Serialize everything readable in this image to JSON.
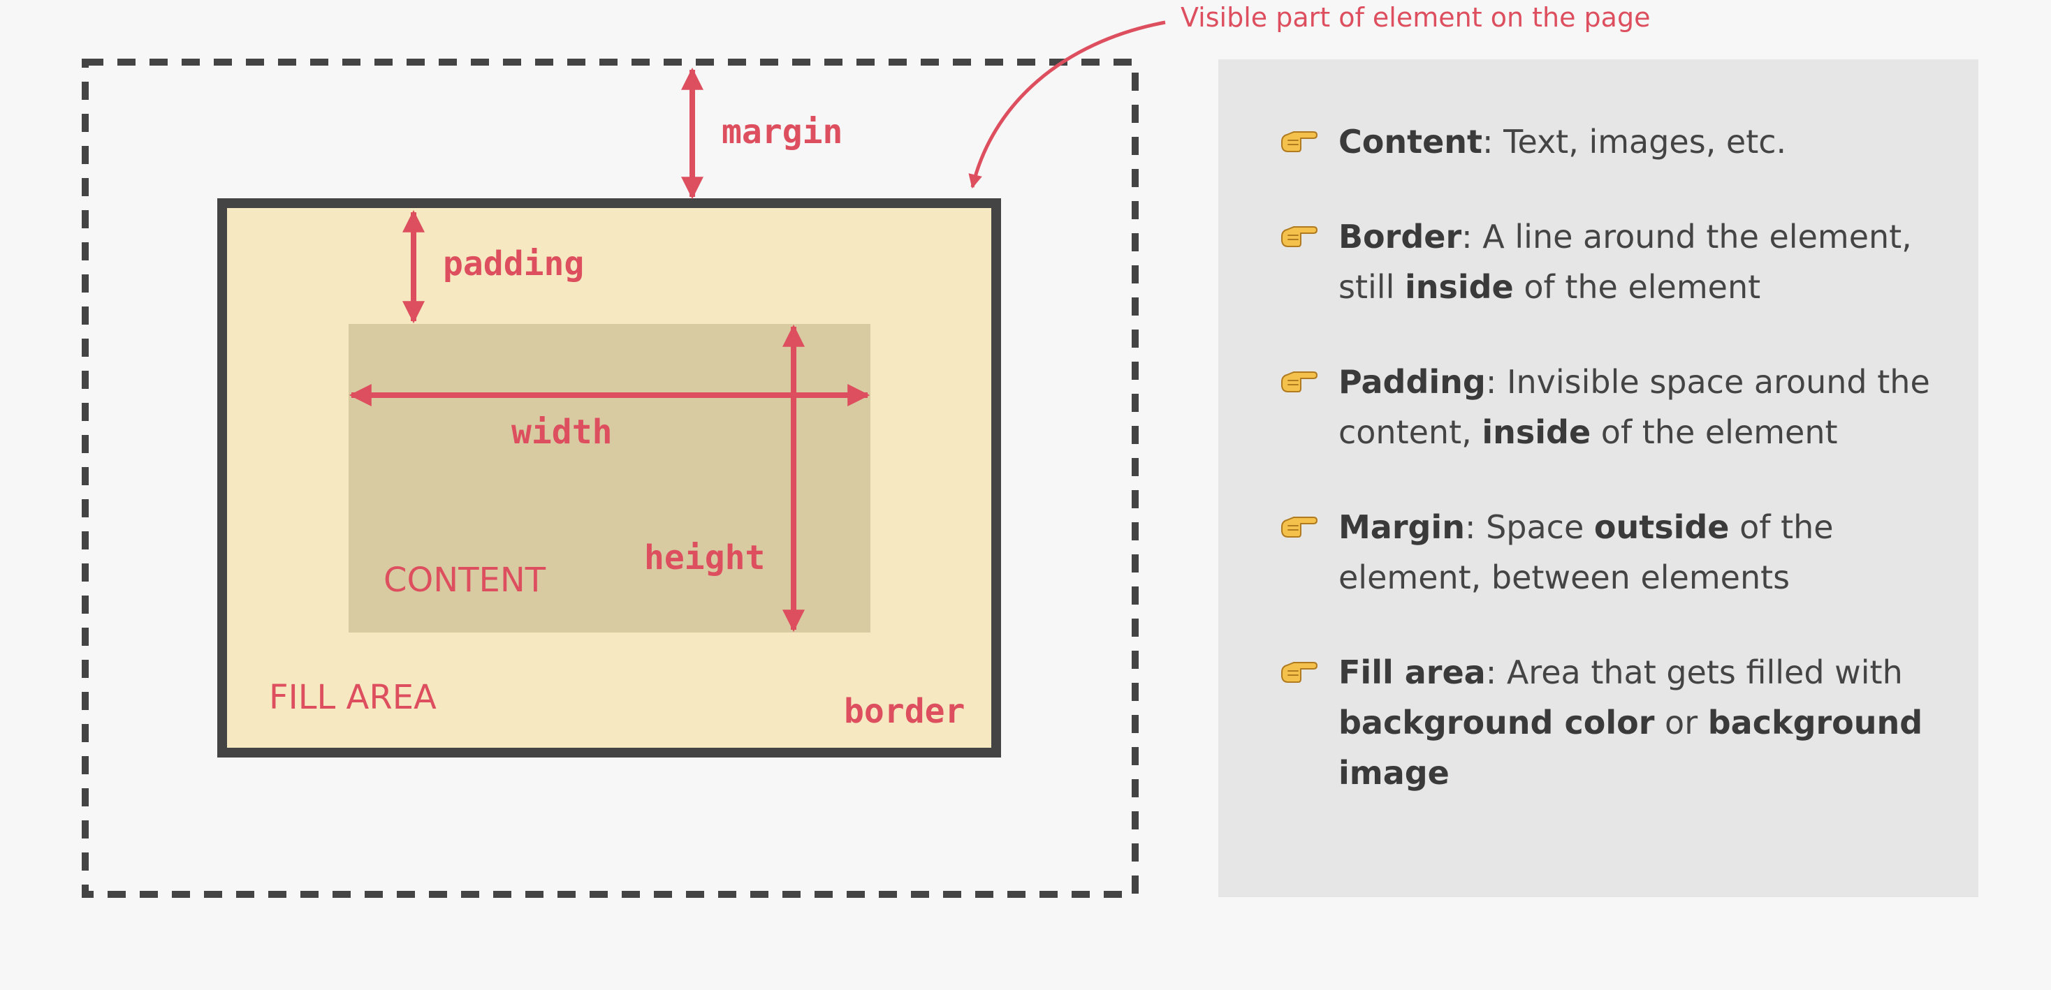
{
  "colors": {
    "background": "#f7f7f7",
    "accent": "#dd4f5e",
    "border": "#444444",
    "fill_area": "#f6e9c1",
    "content_area": "#d8cba2",
    "panel": "#e6e6e6",
    "text": "#444444"
  },
  "diagram": {
    "callout": "Visible part of element on the page",
    "margin": "margin",
    "padding": "padding",
    "width": "width",
    "height": "height",
    "content": "CONTENT",
    "fill_area": "FILL AREA",
    "border": "border"
  },
  "legend": {
    "icon": "backhand-index-pointing-right-icon",
    "items": [
      {
        "parts": [
          {
            "text": "Content",
            "bold": true
          },
          {
            "text": ": Text, images, etc."
          }
        ]
      },
      {
        "parts": [
          {
            "text": "Border",
            "bold": true
          },
          {
            "text": ": A line around the element, still "
          },
          {
            "text": "inside",
            "bold": true
          },
          {
            "text": " of the element"
          }
        ]
      },
      {
        "parts": [
          {
            "text": "Padding",
            "bold": true
          },
          {
            "text": ": Invisible space around the content, "
          },
          {
            "text": "inside",
            "bold": true
          },
          {
            "text": " of the element"
          }
        ]
      },
      {
        "parts": [
          {
            "text": "Margin",
            "bold": true
          },
          {
            "text": ": Space "
          },
          {
            "text": "outside",
            "bold": true
          },
          {
            "text": " of the element, between elements"
          }
        ]
      },
      {
        "parts": [
          {
            "text": "Fill area",
            "bold": true
          },
          {
            "text": ": Area that gets filled with "
          },
          {
            "text": "background color",
            "bold": true
          },
          {
            "text": " or "
          },
          {
            "text": "background image",
            "bold": true
          }
        ]
      }
    ]
  }
}
